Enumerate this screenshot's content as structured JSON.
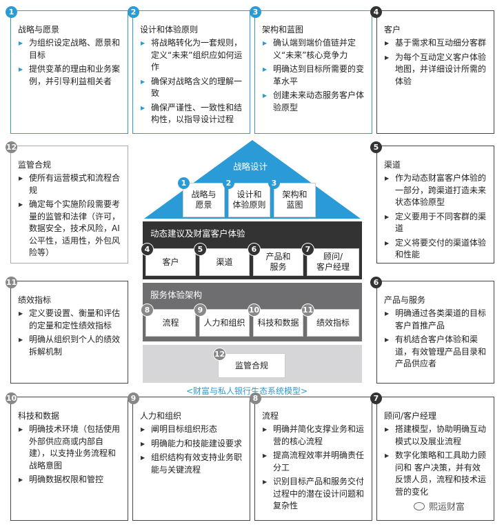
{
  "cards": {
    "c1": {
      "num": "1",
      "title": "战略与愿景",
      "items": [
        "为组织设定战略、愿景和目标",
        "提供变革的理由和业务案例，并引导利益相关者"
      ]
    },
    "c2": {
      "num": "2",
      "title": "设计和体验原则",
      "items": [
        "将战略转化为一套规则，定义“未来”组织应如何运作",
        "确保对战略含义的理解一致",
        "确保严谨性、一致性和结构性，以指导设计过程"
      ]
    },
    "c3": {
      "num": "3",
      "title": "架构和蓝图",
      "items": [
        "确认端到端价值链并定义“未来”核心竞争力",
        "明确达到目标所需要的变革水平",
        "创建未来动态服务客户体验原型"
      ]
    },
    "c4": {
      "num": "4",
      "title": "客户",
      "items": [
        "基于需求和互动细分客群",
        "为每个互动定义客户体验地图，并详细设计所需的体验"
      ]
    },
    "c12": {
      "num": "12",
      "title": "监管合规",
      "items": [
        "使所有运营模式和流程合规",
        "确定每个实施阶段需要考量的监管和法律（许可，数据安全，技术风险，AI公平性，适用性，外包风险等）"
      ]
    },
    "c5": {
      "num": "5",
      "title": "渠道",
      "items": [
        "作为动态财富客户体验的一部分，跨渠道打造未来状态体验原型",
        "定义要用于不同客群的渠道",
        "定义将要交付的渠道体验和性能"
      ]
    },
    "c11": {
      "num": "11",
      "title": "绩效指标",
      "items": [
        "定义要设置、衡量和评估的定量和定性绩效指标",
        "明确从组织到个人的绩效拆解机制"
      ]
    },
    "c6": {
      "num": "6",
      "title": "产品与服务",
      "items": [
        "明确通过各类渠道的目标客户首推产品",
        "有机结合客户体验和渠道，有效管理产品目录和产品供应者"
      ]
    },
    "c10": {
      "num": "10",
      "title": "科技和数据",
      "items": [
        "明确技术环境（包括使用外部供应商或内部自建），以支持业务流程和战略意图",
        "明确数据权限和管控"
      ]
    },
    "c9": {
      "num": "9",
      "title": "人力和组织",
      "items": [
        "阐明目标组织形态",
        "明确能力和技能建设要求",
        "组织结构有效支持业务职能与关键流程"
      ]
    },
    "c8": {
      "num": "8",
      "title": "流程",
      "items": [
        "明确并简化支撑业务和运营的核心流程",
        "提高流程效率并明确责任分工",
        "识别目标产品和服务交付过程中的潜在设计问题和复杂性"
      ]
    },
    "c7": {
      "num": "7",
      "title": "顾问/客户经理",
      "items": [
        "搭建模型，协助明确互动模式以及展业流程",
        "数字化策略和工具助力顾问和 客户决策，并有效反馈人员，流程和技术运营的变化"
      ]
    }
  },
  "house": {
    "roof_title": "战略设计",
    "roof_cells": [
      {
        "num": "1",
        "label": "战略与\n愿景"
      },
      {
        "num": "2",
        "label": "设计和\n体验原则"
      },
      {
        "num": "3",
        "label": "架构和\n蓝图"
      }
    ],
    "band1_title": "动态建议及财富客户体验",
    "band1_cells": [
      {
        "num": "4",
        "label": "客户"
      },
      {
        "num": "5",
        "label": "渠道"
      },
      {
        "num": "6",
        "label": "产品和\n服务"
      },
      {
        "num": "7",
        "label": "顾问/\n客户经理"
      }
    ],
    "band2_title": "服务体验架构",
    "band2_cells": [
      {
        "num": "8",
        "label": "流程"
      },
      {
        "num": "9",
        "label": "人力和组织"
      },
      {
        "num": "10",
        "label": "科技和数据"
      },
      {
        "num": "11",
        "label": "绩效指标"
      }
    ],
    "base_cell": {
      "num": "12",
      "label": "监管合规"
    },
    "caption": "<财富与私人银行生态系统模型>"
  },
  "watermark": "熙运财富",
  "colors": {
    "accent": "#2a9bd6",
    "dark_band": "#333333",
    "mid_band": "#6e6e70",
    "base_band": "#d6d6d8"
  }
}
